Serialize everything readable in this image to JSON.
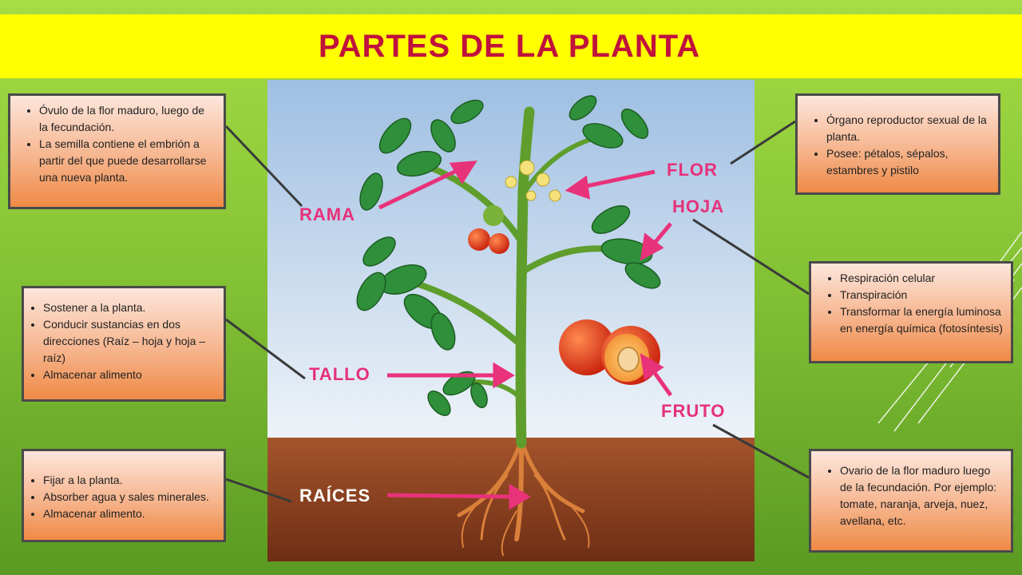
{
  "title": "PARTES DE LA PLANTA",
  "labels": {
    "rama": "RAMA",
    "flor": "FLOR",
    "hoja": "HOJA",
    "tallo": "TALLO",
    "fruto": "FRUTO",
    "raices": "RAÍCES"
  },
  "boxes": {
    "semilla": [
      "Óvulo de la flor maduro, luego de la fecundación.",
      "La semilla contiene el embrión a partir del que puede desarrollarse una nueva planta."
    ],
    "tallo": [
      "Sostener a la planta.",
      "Conducir sustancias en dos direcciones (Raíz – hoja y hoja – raíz)",
      "Almacenar alimento"
    ],
    "raiz": [
      "Fijar a la planta.",
      "Absorber agua y sales minerales.",
      "Almacenar alimento."
    ],
    "flor": [
      "Órgano reproductor sexual de la planta.",
      "Posee: pétalos, sépalos, estambres y pistilo"
    ],
    "hoja": [
      "Respiración celular",
      "Transpiración",
      "Transformar la energía luminosa en energía química (fotosíntesis)"
    ],
    "fruto": [
      "Ovario de la flor maduro luego de la fecundación. Por ejemplo: tomate, naranja, arveja, nuez, avellana, etc."
    ]
  },
  "colors": {
    "title": "#c0123c",
    "title_bg": "#ffff00",
    "label": "#e6317a",
    "arrow_pink": "#e8327a",
    "leaf": "#2f8f3a",
    "stem": "#5a9a2a",
    "soil": "#8a3f1f",
    "sky": "#b8d4ec",
    "fruit": "#e3391e",
    "box_border": "#4a4a4a"
  }
}
